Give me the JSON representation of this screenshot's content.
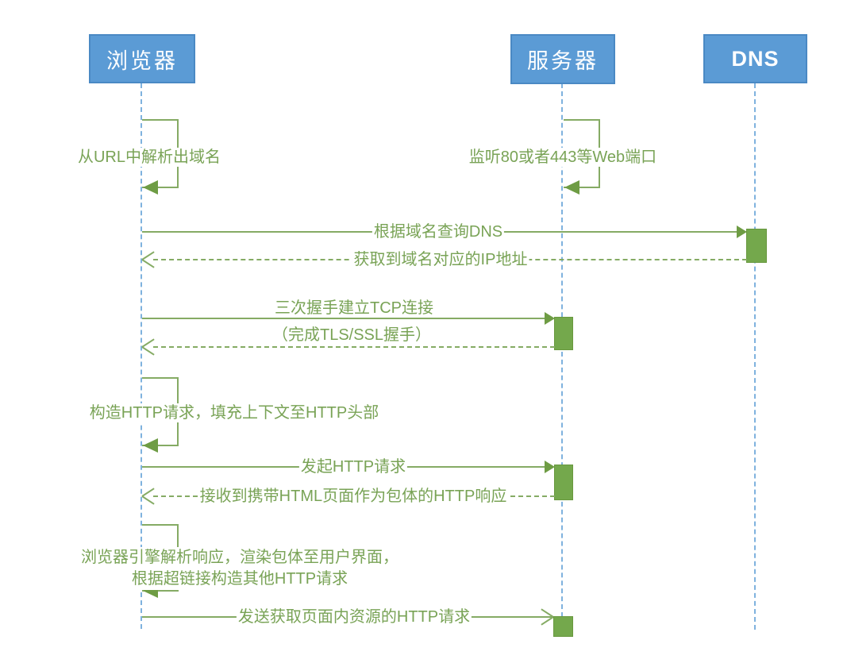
{
  "actors": [
    {
      "id": "browser",
      "label": "浏览器"
    },
    {
      "id": "server",
      "label": "服务器"
    },
    {
      "id": "dns",
      "label": "DNS"
    }
  ],
  "messages": [
    {
      "kind": "self",
      "actor": "browser",
      "label": "从URL中解析出域名"
    },
    {
      "kind": "self",
      "actor": "server",
      "label": "监听80或者443等Web端口"
    },
    {
      "kind": "request",
      "from": "browser",
      "to": "dns",
      "label": "根据域名查询DNS"
    },
    {
      "kind": "response",
      "from": "dns",
      "to": "browser",
      "label": "获取到域名对应的IP地址"
    },
    {
      "kind": "request",
      "from": "browser",
      "to": "server",
      "label": "三次握手建立TCP连接",
      "label2": "（完成TLS/SSL握手）"
    },
    {
      "kind": "response",
      "from": "server",
      "to": "browser"
    },
    {
      "kind": "self",
      "actor": "browser",
      "label": "构造HTTP请求，填充上下文至HTTP头部"
    },
    {
      "kind": "request",
      "from": "browser",
      "to": "server",
      "label": "发起HTTP请求"
    },
    {
      "kind": "response",
      "from": "server",
      "to": "browser",
      "label": "接收到携带HTML页面作为包体的HTTP响应"
    },
    {
      "kind": "self",
      "actor": "browser",
      "label": "浏览器引擎解析响应，渲染包体至用户界面，",
      "label2": "根据超链接构造其他HTTP请求"
    },
    {
      "kind": "request-async",
      "from": "browser",
      "to": "server",
      "label": "发送获取页面内资源的HTTP请求"
    }
  ],
  "colors": {
    "actor-fill": "#5B9BD5",
    "actor-border": "#4A89C4",
    "lifeline": "#7FB2DE",
    "line-green": "#85AB64",
    "head-green": "#6E9C44",
    "bar-fill": "#74A84C",
    "bar-border": "#68983E",
    "text-green": "#79A356"
  }
}
